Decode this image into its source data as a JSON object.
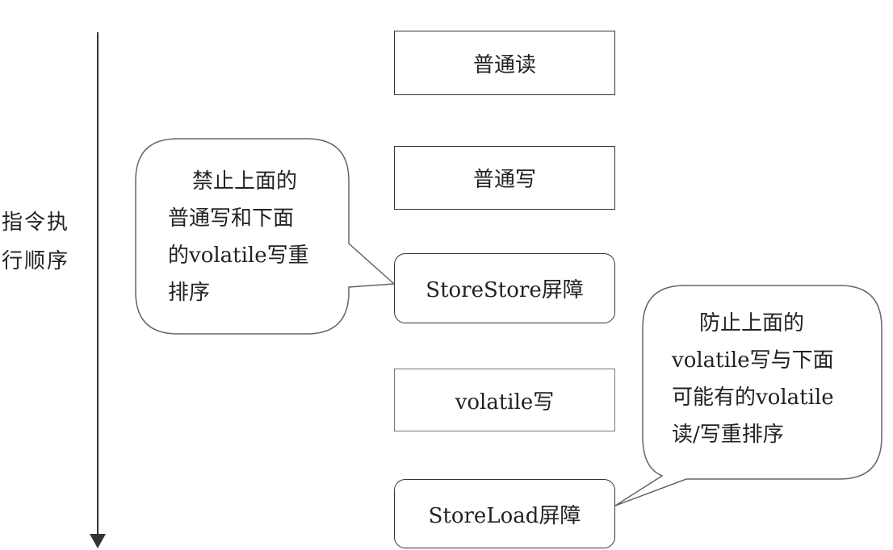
{
  "axis": {
    "label_line1": "指令执",
    "label_line2": "行顺序"
  },
  "steps": [
    {
      "label": "普通读"
    },
    {
      "label": "普通写"
    },
    {
      "label": "StoreStore屏障"
    },
    {
      "label": "volatile写"
    },
    {
      "label": "StoreLoad屏障"
    }
  ],
  "callouts": [
    {
      "lines": [
        "禁止上面的",
        "普通写和下面",
        "的volatile写重",
        "排序"
      ]
    },
    {
      "lines": [
        "防止上面的",
        "volatile写与下面",
        "可能有的volatile",
        "读/写重排序"
      ]
    }
  ]
}
